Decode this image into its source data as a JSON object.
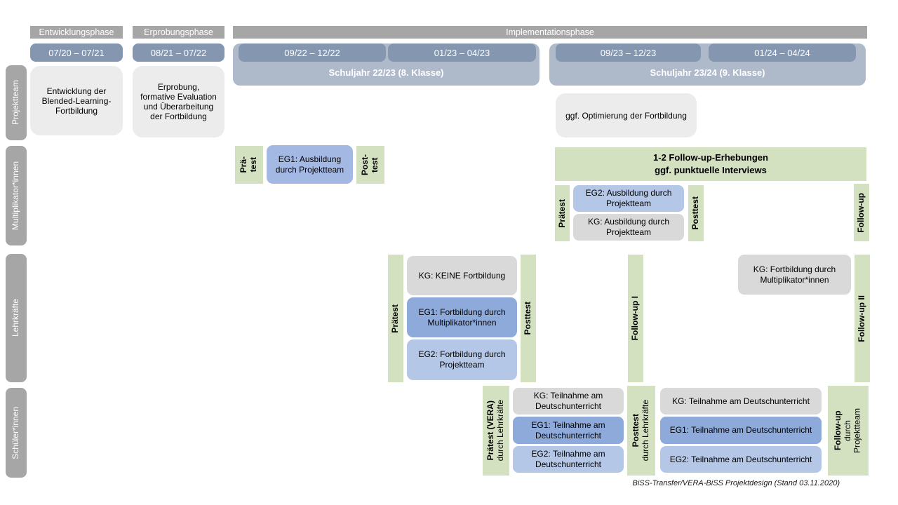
{
  "header": {
    "entwicklungsphase": "Entwicklungsphase",
    "erprobungsphase": "Erprobungsphase",
    "implementationsphase": "Implementationsphase"
  },
  "dates": {
    "d1": "07/20 – 07/21",
    "d2": "08/21 – 07/22",
    "sj1": {
      "label": "Schuljahr 22/23 (8. Klasse)",
      "d1": "09/22 – 12/22",
      "d2": "01/23 – 04/23"
    },
    "sj2": {
      "label": "Schuljahr 23/24 (9. Klasse)",
      "d1": "09/23 – 12/23",
      "d2": "01/24 – 04/24"
    }
  },
  "rows": {
    "projektteam": {
      "label": "Projektteam",
      "entwicklung": "Entwicklung der Blended-Learning-Fortbildung",
      "erprobung": "Erprobung, formative Evaluation und Überarbeitung der Fortbildung",
      "optimierung": "ggf. Optimierung der Fortbildung"
    },
    "multiplikatoren": {
      "label": "Multiplikator*innen",
      "praetest1": {
        "line1": "Prä-",
        "line2": "test"
      },
      "eg1": "EG1: Ausbildung durch Projektteam",
      "posttest1": {
        "line1": "Post-",
        "line2": "test"
      },
      "followup_erhebungen": {
        "line1": "1-2 Follow-up-Erhebungen",
        "line2": "ggf. punktuelle Interviews"
      },
      "praetest2": "Prätest",
      "eg2": "EG2: Ausbildung durch Projektteam",
      "kg": "KG: Ausbildung durch Projektteam",
      "posttest2": "Posttest",
      "followup": "Follow-up"
    },
    "lehrkraefte": {
      "label": "Lehrkräfte",
      "praetest": "Prätest",
      "kg1": "KG: KEINE Fortbildung",
      "eg1": "EG1: Fortbildung durch Multiplikator*innen",
      "eg2": "EG2: Fortbildung durch Projektteam",
      "posttest": "Posttest",
      "followup1": "Follow-up I",
      "kg2": "KG: Fortbildung durch Multiplikator*innen",
      "followup2": "Follow-up II"
    },
    "schueler": {
      "label": "Schüler*innen",
      "praetest": {
        "line1": "Prätest (VERA)",
        "line2": "durch Lehrkräfte"
      },
      "kg1": "KG: Teilnahme am Deutschunterricht",
      "eg1a": "EG1: Teilnahme am Deutschunterricht",
      "eg2a": "EG2: Teilnahme am Deutschunterricht",
      "posttest": {
        "line1": "Posttest",
        "line2": "durch Lehrkräfte"
      },
      "kg2": "KG: Teilnahme am Deutschunterricht",
      "eg1b": "EG1: Teilnahme am Deutschunterricht",
      "eg2b": "EG2: Teilnahme am Deutschunterricht",
      "followup": {
        "line1": "Follow-up",
        "line2": "durch",
        "line3": "Projektteam"
      }
    }
  },
  "caption": "BiSS-Transfer/VERA-BiSS Projektdesign (Stand 03.11.2020)",
  "colors": {
    "header_gray": "#a6a6a6",
    "date_blue": "#8496b0",
    "container_blue": "#aeb9ca",
    "light_gray": "#ececec",
    "kg_gray": "#d9d9d9",
    "eg1_blue": "#8eaadb",
    "eg1_light_blue": "#a4b8e4",
    "eg2_blue": "#b4c7e7",
    "green": "#d3e1c1"
  }
}
